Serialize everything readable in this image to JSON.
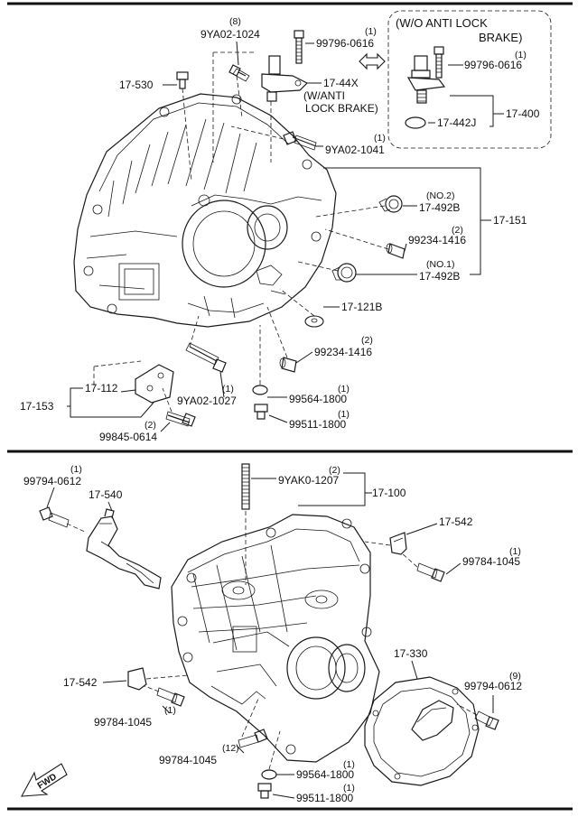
{
  "inset": {
    "title_line1": "(W/O ANTI LOCK",
    "title_line2": "BRAKE)",
    "bolt_qty": "(1)",
    "bolt_part": "99796-0616",
    "seal_part": "17-442J",
    "assembly": "17-400"
  },
  "parts_top": {
    "bolt_8_qty": "(8)",
    "bolt_8_part": "9YA02-1024",
    "bolt_sensor_qty": "(1)",
    "bolt_sensor_part": "99796-0616",
    "breather": "17-530",
    "sensor": "17-44X",
    "sensor_note1": "(W/ANTI",
    "sensor_note2": "LOCK BRAKE)",
    "bolt_1041_qty": "(1)",
    "bolt_1041_part": "9YA02-1041",
    "bearing_no2_qty": "(NO.2)",
    "bearing_no2": "17-492B",
    "pin_1416_a_qty": "(2)",
    "pin_1416_a": "99234-1416",
    "bearing_no1_qty": "(NO.1)",
    "bearing_no1": "17-492B",
    "bearing_set": "17-151",
    "magnet": "17-121B",
    "pin_1416_b_qty": "(2)",
    "pin_1416_b": "99234-1416",
    "bracket_set": "17-153",
    "bracket": "17-112",
    "bolt_1027_qty": "(1)",
    "bolt_1027_part": "9YA02-1027",
    "washer_qty": "(1)",
    "washer_part": "99564-1800",
    "plug_qty": "(1)",
    "plug_part": "99511-1800",
    "bolt_0614_qty": "(2)",
    "bolt_0614_part": "99845-0614"
  },
  "parts_bottom": {
    "bolt_0612_qty": "(1)",
    "bolt_0612_part": "99794-0612",
    "lever": "17-540",
    "stud_qty": "(2)",
    "stud_part": "9YAK0-1207",
    "case_set": "17-100",
    "clip_right": "17-542",
    "bolt_1045_r_qty": "(1)",
    "bolt_1045_r_part": "99784-1045",
    "clip_left": "17-542",
    "bolt_1045_l_qty": "(1)",
    "bolt_1045_l_part": "99784-1045",
    "cover": "17-330",
    "bolt_0612_9_qty": "(9)",
    "bolt_0612_9_part": "99794-0612",
    "bolt_1045_12_qty": "(12)",
    "bolt_1045_12_part": "99784-1045",
    "washer_qty": "(1)",
    "washer_part": "99564-1800",
    "plug_qty": "(1)",
    "plug_part": "99511-1800",
    "fwd": "FWD"
  }
}
